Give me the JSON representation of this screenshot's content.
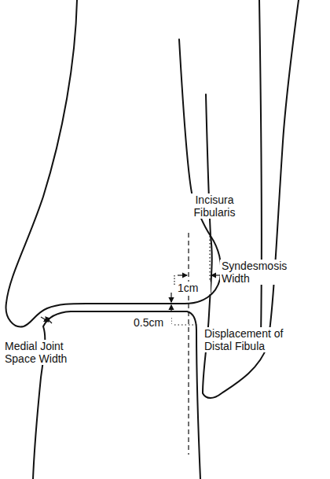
{
  "diagram": {
    "labels": [
      "Incisura Fibularis",
      "Syndesmosis Width",
      "1cm",
      "0.5cm",
      "Displacement of Distal Fibula",
      "Medial Joint Space Width"
    ]
  }
}
